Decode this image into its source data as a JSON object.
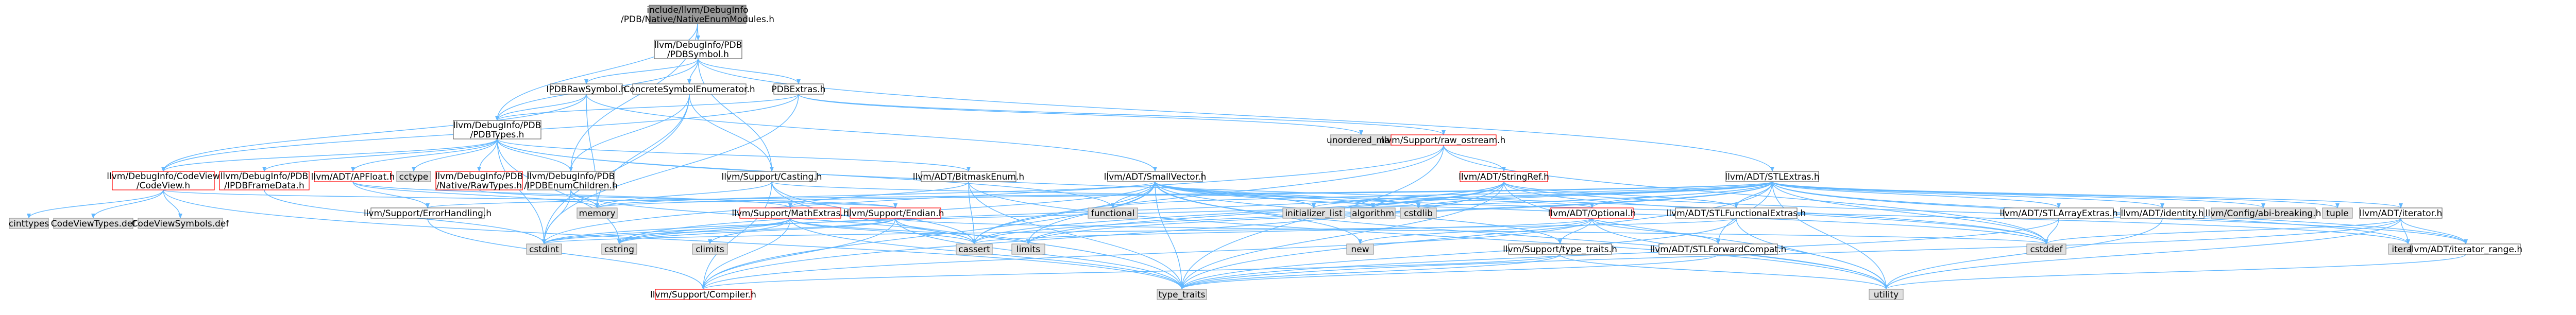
{
  "colors": {
    "edge": "#63b8ff",
    "arrow": "#63b8ff",
    "node_fill": "#ffffff",
    "node_stroke": "#666666",
    "root_fill": "#999999",
    "root_stroke": "#666666",
    "red_stroke": "#ff0000",
    "external_fill": "#e0e0e0",
    "external_stroke": "#999999"
  },
  "nodes": [
    {
      "id": "root",
      "lines": [
        "include/llvm/DebugInfo",
        "/PDB/Native/NativeEnumModules.h"
      ],
      "style": "root"
    },
    {
      "id": "pdbsymbol",
      "lines": [
        "llvm/DebugInfo/PDB",
        "/PDBSymbol.h"
      ],
      "style": "normal"
    },
    {
      "id": "ipdbrawsymbol",
      "lines": [
        "IPDBRawSymbol.h"
      ],
      "style": "normal"
    },
    {
      "id": "concretesymenum",
      "lines": [
        "ConcreteSymbolEnumerator.h"
      ],
      "style": "normal"
    },
    {
      "id": "pdbextras",
      "lines": [
        "PDBExtras.h"
      ],
      "style": "normal"
    },
    {
      "id": "pdbtypes",
      "lines": [
        "llvm/DebugInfo/PDB",
        "/PDBTypes.h"
      ],
      "style": "normal"
    },
    {
      "id": "codeview",
      "lines": [
        "llvm/DebugInfo/CodeView",
        "/CodeView.h"
      ],
      "style": "red"
    },
    {
      "id": "pdbframedata",
      "lines": [
        "llvm/DebugInfo/PDB",
        "/IPDBFrameData.h"
      ],
      "style": "red"
    },
    {
      "id": "apfloat",
      "lines": [
        "llvm/ADT/APFloat.h"
      ],
      "style": "red"
    },
    {
      "id": "cctype",
      "lines": [
        "cctype"
      ],
      "style": "external"
    },
    {
      "id": "nativerawtypes",
      "lines": [
        "llvm/DebugInfo/PDB",
        "/Native/RawTypes.h"
      ],
      "style": "red"
    },
    {
      "id": "enumchildren",
      "lines": [
        "llvm/DebugInfo/PDB",
        "/IPDBEnumChildren.h"
      ],
      "style": "normal"
    },
    {
      "id": "casting",
      "lines": [
        "llvm/Support/Casting.h"
      ],
      "style": "normal"
    },
    {
      "id": "bitmaskenum",
      "lines": [
        "llvm/ADT/BitmaskEnum.h"
      ],
      "style": "normal"
    },
    {
      "id": "unordered_map",
      "lines": [
        "unordered_map"
      ],
      "style": "external"
    },
    {
      "id": "raw_ostream",
      "lines": [
        "llvm/Support/raw_ostream.h"
      ],
      "style": "red"
    },
    {
      "id": "smallvector",
      "lines": [
        "llvm/ADT/SmallVector.h"
      ],
      "style": "normal"
    },
    {
      "id": "stringref",
      "lines": [
        "llvm/ADT/StringRef.h"
      ],
      "style": "red"
    },
    {
      "id": "stlextras",
      "lines": [
        "llvm/ADT/STLExtras.h"
      ],
      "style": "normal"
    },
    {
      "id": "cinttypes",
      "lines": [
        "cinttypes"
      ],
      "style": "external"
    },
    {
      "id": "cvtypes",
      "lines": [
        "CodeViewTypes.def"
      ],
      "style": "external"
    },
    {
      "id": "cvsymbols",
      "lines": [
        "CodeViewSymbols.def"
      ],
      "style": "external"
    },
    {
      "id": "errorhandling",
      "lines": [
        "llvm/Support/ErrorHandling.h"
      ],
      "style": "normal"
    },
    {
      "id": "memory",
      "lines": [
        "memory"
      ],
      "style": "external"
    },
    {
      "id": "mathextras",
      "lines": [
        "llvm/Support/MathExtras.h"
      ],
      "style": "red"
    },
    {
      "id": "endian",
      "lines": [
        "llvm/Support/Endian.h"
      ],
      "style": "red"
    },
    {
      "id": "functional",
      "lines": [
        "functional"
      ],
      "style": "external"
    },
    {
      "id": "initializer_list",
      "lines": [
        "initializer_list"
      ],
      "style": "external"
    },
    {
      "id": "algorithm",
      "lines": [
        "algorithm"
      ],
      "style": "external"
    },
    {
      "id": "cstdlib",
      "lines": [
        "cstdlib"
      ],
      "style": "external"
    },
    {
      "id": "optional",
      "lines": [
        "llvm/ADT/Optional.h"
      ],
      "style": "red"
    },
    {
      "id": "stlfunctional",
      "lines": [
        "llvm/ADT/STLFunctionalExtras.h"
      ],
      "style": "normal"
    },
    {
      "id": "stlarray",
      "lines": [
        "llvm/ADT/STLArrayExtras.h"
      ],
      "style": "normal"
    },
    {
      "id": "identity",
      "lines": [
        "llvm/ADT/identity.h"
      ],
      "style": "normal"
    },
    {
      "id": "abibreaking",
      "lines": [
        "llvm/Config/abi-breaking.h"
      ],
      "style": "external"
    },
    {
      "id": "tuple",
      "lines": [
        "tuple"
      ],
      "style": "external"
    },
    {
      "id": "iterator",
      "lines": [
        "llvm/ADT/iterator.h"
      ],
      "style": "normal"
    },
    {
      "id": "cstdint",
      "lines": [
        "cstdint"
      ],
      "style": "external"
    },
    {
      "id": "cstring",
      "lines": [
        "cstring"
      ],
      "style": "external"
    },
    {
      "id": "climits",
      "lines": [
        "climits"
      ],
      "style": "external"
    },
    {
      "id": "cassert",
      "lines": [
        "cassert"
      ],
      "style": "external"
    },
    {
      "id": "new",
      "lines": [
        "new"
      ],
      "style": "external"
    },
    {
      "id": "typetraits",
      "lines": [
        "llvm/Support/type_traits.h"
      ],
      "style": "normal"
    },
    {
      "id": "stlforward",
      "lines": [
        "llvm/ADT/STLForwardCompat.h"
      ],
      "style": "normal"
    },
    {
      "id": "cstddef",
      "lines": [
        "cstddef"
      ],
      "style": "external"
    },
    {
      "id": "iterator_std",
      "lines": [
        "iterator"
      ],
      "style": "external"
    },
    {
      "id": "iterator_range",
      "lines": [
        "llvm/ADT/iterator_range.h"
      ],
      "style": "normal"
    },
    {
      "id": "compiler",
      "lines": [
        "llvm/Support/Compiler.h"
      ],
      "style": "red"
    },
    {
      "id": "type_traits",
      "lines": [
        "type_traits"
      ],
      "style": "external"
    },
    {
      "id": "utility",
      "lines": [
        "utility"
      ],
      "style": "external"
    }
  ],
  "edges": [
    [
      "root",
      "pdbsymbol"
    ],
    [
      "root",
      "enumchildren"
    ],
    [
      "root",
      "pdbtypes"
    ],
    [
      "pdbsymbol",
      "ipdbrawsymbol"
    ],
    [
      "pdbsymbol",
      "concretesymenum"
    ],
    [
      "pdbsymbol",
      "pdbextras"
    ],
    [
      "pdbsymbol",
      "pdbtypes"
    ],
    [
      "pdbsymbol",
      "casting"
    ],
    [
      "pdbsymbol",
      "stlextras"
    ],
    [
      "ipdbrawsymbol",
      "pdbtypes"
    ],
    [
      "ipdbrawsymbol",
      "smallvector"
    ],
    [
      "ipdbrawsymbol",
      "codeview"
    ],
    [
      "ipdbrawsymbol",
      "memory"
    ],
    [
      "concretesymenum",
      "enumchildren"
    ],
    [
      "concretesymenum",
      "casting"
    ],
    [
      "concretesymenum",
      "cstdint"
    ],
    [
      "concretesymenum",
      "memory"
    ],
    [
      "pdbextras",
      "pdbtypes"
    ],
    [
      "pdbextras",
      "codeview"
    ],
    [
      "pdbextras",
      "raw_ostream"
    ],
    [
      "pdbextras",
      "unordered_map"
    ],
    [
      "pdbextras",
      "cstdint"
    ],
    [
      "pdbtypes",
      "codeview"
    ],
    [
      "pdbtypes",
      "pdbframedata"
    ],
    [
      "pdbtypes",
      "apfloat"
    ],
    [
      "pdbtypes",
      "cctype"
    ],
    [
      "pdbtypes",
      "nativerawtypes"
    ],
    [
      "pdbtypes",
      "enumchildren"
    ],
    [
      "pdbtypes",
      "bitmaskenum"
    ],
    [
      "pdbtypes",
      "cstddef"
    ],
    [
      "pdbtypes",
      "cstdint"
    ],
    [
      "pdbtypes",
      "cstring"
    ],
    [
      "pdbtypes",
      "functional"
    ],
    [
      "codeview",
      "cinttypes"
    ],
    [
      "codeview",
      "cvtypes"
    ],
    [
      "codeview",
      "cvsymbols"
    ],
    [
      "codeview",
      "endian"
    ],
    [
      "codeview",
      "type_traits"
    ],
    [
      "pdbframedata",
      "cstdint"
    ],
    [
      "apfloat",
      "errorhandling"
    ],
    [
      "apfloat",
      "memory"
    ],
    [
      "apfloat",
      "mathextras"
    ],
    [
      "nativerawtypes",
      "endian"
    ],
    [
      "enumchildren",
      "cassert"
    ],
    [
      "enumchildren",
      "cstdint"
    ],
    [
      "enumchildren",
      "memory"
    ],
    [
      "casting",
      "compiler"
    ],
    [
      "casting",
      "type_traits"
    ],
    [
      "casting",
      "cassert"
    ],
    [
      "casting",
      "memory"
    ],
    [
      "casting",
      "optional"
    ],
    [
      "bitmaskenum",
      "cassert"
    ],
    [
      "bitmaskenum",
      "mathextras"
    ],
    [
      "bitmaskenum",
      "type_traits"
    ],
    [
      "bitmaskenum",
      "utility"
    ],
    [
      "raw_ostream",
      "stringref"
    ],
    [
      "raw_ostream",
      "cassert"
    ],
    [
      "raw_ostream",
      "cstddef"
    ],
    [
      "raw_ostream",
      "cstdint"
    ],
    [
      "raw_ostream",
      "type_traits"
    ],
    [
      "smallvector",
      "compiler"
    ],
    [
      "smallvector",
      "typetraits"
    ],
    [
      "smallvector",
      "algorithm"
    ],
    [
      "smallvector",
      "cassert"
    ],
    [
      "smallvector",
      "cstddef"
    ],
    [
      "smallvector",
      "cstdlib"
    ],
    [
      "smallvector",
      "cstring"
    ],
    [
      "smallvector",
      "functional"
    ],
    [
      "smallvector",
      "initializer_list"
    ],
    [
      "smallvector",
      "iterator_std"
    ],
    [
      "smallvector",
      "limits"
    ],
    [
      "smallvector",
      "memory"
    ],
    [
      "smallvector",
      "new"
    ],
    [
      "smallvector",
      "type_traits"
    ],
    [
      "smallvector",
      "utility"
    ],
    [
      "stringref",
      "stlfunctional"
    ],
    [
      "stringref",
      "iterator_range"
    ],
    [
      "stringref",
      "compiler"
    ],
    [
      "stringref",
      "algorithm"
    ],
    [
      "stringref",
      "cassert"
    ],
    [
      "stringref",
      "cstddef"
    ],
    [
      "stringref",
      "cstring"
    ],
    [
      "stringref",
      "limits"
    ],
    [
      "stringref",
      "type_traits"
    ],
    [
      "stringref",
      "utility"
    ],
    [
      "stlextras",
      "optional"
    ],
    [
      "stlextras",
      "stlarray"
    ],
    [
      "stlextras",
      "stlforward"
    ],
    [
      "stlextras",
      "stlfunctional"
    ],
    [
      "stlextras",
      "identity"
    ],
    [
      "stlextras",
      "iterator"
    ],
    [
      "stlextras",
      "iterator_range"
    ],
    [
      "stlextras",
      "abibreaking"
    ],
    [
      "stlextras",
      "errorhandling"
    ],
    [
      "stlextras",
      "algorithm"
    ],
    [
      "stlextras",
      "cassert"
    ],
    [
      "stlextras",
      "cstddef"
    ],
    [
      "stlextras",
      "cstdint"
    ],
    [
      "stlextras",
      "cstdlib"
    ],
    [
      "stlextras",
      "functional"
    ],
    [
      "stlextras",
      "initializer_list"
    ],
    [
      "stlextras",
      "iterator_std"
    ],
    [
      "stlextras",
      "limits"
    ],
    [
      "stlextras",
      "memory"
    ],
    [
      "stlextras",
      "tuple"
    ],
    [
      "stlextras",
      "type_traits"
    ],
    [
      "stlextras",
      "utility"
    ],
    [
      "errorhandling",
      "compiler"
    ],
    [
      "mathextras",
      "compiler"
    ],
    [
      "mathextras",
      "cassert"
    ],
    [
      "mathextras",
      "climits"
    ],
    [
      "mathextras",
      "cstdint"
    ],
    [
      "mathextras",
      "cstring"
    ],
    [
      "mathextras",
      "limits"
    ],
    [
      "mathextras",
      "type_traits"
    ],
    [
      "endian",
      "compiler"
    ],
    [
      "endian",
      "cassert"
    ],
    [
      "endian",
      "cstddef"
    ],
    [
      "endian",
      "cstdint"
    ],
    [
      "endian",
      "cstring"
    ],
    [
      "endian",
      "type_traits"
    ],
    [
      "optional",
      "stlforward"
    ],
    [
      "optional",
      "compiler"
    ],
    [
      "optional",
      "typetraits"
    ],
    [
      "optional",
      "cassert"
    ],
    [
      "optional",
      "new"
    ],
    [
      "optional",
      "utility"
    ],
    [
      "stlfunctional",
      "stlextras"
    ],
    [
      "stlfunctional",
      "type_traits"
    ],
    [
      "stlfunctional",
      "cstdint"
    ],
    [
      "stlfunctional",
      "utility"
    ],
    [
      "stlarray",
      "cstddef"
    ],
    [
      "stlarray",
      "type_traits"
    ],
    [
      "identity",
      "utility"
    ],
    [
      "iterator",
      "iterator_range"
    ],
    [
      "iterator",
      "cstddef"
    ],
    [
      "iterator",
      "iterator_std"
    ],
    [
      "iterator",
      "type_traits"
    ],
    [
      "iterator",
      "utility"
    ],
    [
      "iterator_range",
      "utility"
    ],
    [
      "typetraits",
      "compiler"
    ],
    [
      "typetraits",
      "type_traits"
    ],
    [
      "typetraits",
      "utility"
    ],
    [
      "stlforward",
      "type_traits"
    ]
  ]
}
